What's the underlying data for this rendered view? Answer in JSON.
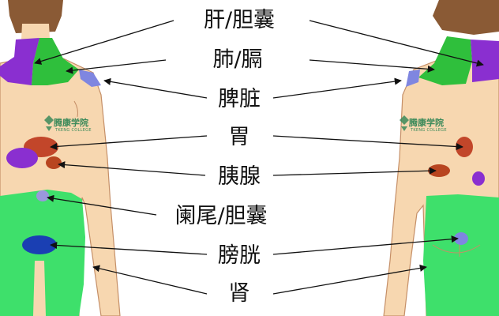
{
  "labels": [
    {
      "text": "肝/胆囊"
    },
    {
      "text": "肺/膈"
    },
    {
      "text": "脾脏"
    },
    {
      "text": "胃"
    },
    {
      "text": "胰腺"
    },
    {
      "text": "阑尾/胆囊"
    },
    {
      "text": "膀胱"
    },
    {
      "text": "肾"
    }
  ],
  "watermark": {
    "name": "腾康学院",
    "subtitle": "TKENG COLLEGE"
  },
  "colors": {
    "skin": "#f7d7b0",
    "outline": "#c58f67",
    "hair": "#8a5a35",
    "liver_gallbladder": "#8a2fd0",
    "lung_diaphragm": "#2fbf3c",
    "spleen": "#7f86e0",
    "stomach": "#c2462a",
    "pancreas": "#b84520",
    "appendix_gallbladder": "#9a98dc",
    "bladder": "#1a3fb3",
    "kidney": "#3ee06b",
    "arrow": "#111111"
  }
}
